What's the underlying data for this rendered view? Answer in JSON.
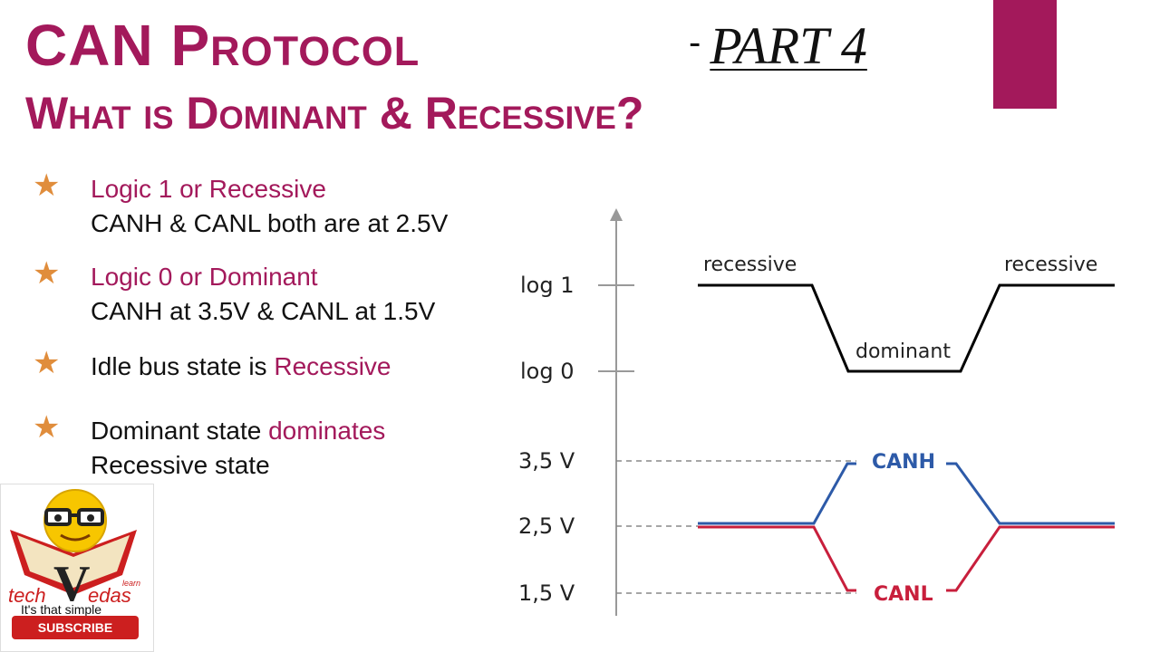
{
  "header": {
    "title_line1": "CAN Protocol",
    "title_line2": "What is Dominant & Recessive?",
    "part_dash": "-",
    "part_label": "PART 4"
  },
  "bullets": [
    {
      "line1_highlight": "Logic 1 or Recessive",
      "line2": "CANH & CANL both are at 2.5V"
    },
    {
      "line1_highlight": "Logic 0 or Dominant",
      "line2": "CANH at 3.5V & CANL at 1.5V"
    },
    {
      "line1_plain": "Idle bus state is ",
      "line1_highlight": "Recessive"
    },
    {
      "line1_plain": "Dominant state ",
      "line1_highlight": "dominates",
      "line2": "Recessive state"
    }
  ],
  "diagram": {
    "logic_labels": [
      "log 1",
      "log 0"
    ],
    "state_labels": {
      "left": "recessive",
      "middle": "dominant",
      "right": "recessive"
    },
    "voltage_labels": [
      "3,5 V",
      "2,5 V",
      "1,5 V"
    ],
    "signal_labels": {
      "canh": "CANH",
      "canl": "CANL"
    },
    "colors": {
      "canh": "#2d5aa8",
      "canl": "#c81f3c",
      "logic": "#000000",
      "guide": "#888888"
    }
  },
  "logo": {
    "brand_left": "tech",
    "brand_right": "edas",
    "brand_small": "learn",
    "tagline": "It's that simple",
    "subscribe_label": "SUBSCRIBE"
  },
  "theme": {
    "accent": "#a3195b",
    "star": "#e08d3c"
  }
}
